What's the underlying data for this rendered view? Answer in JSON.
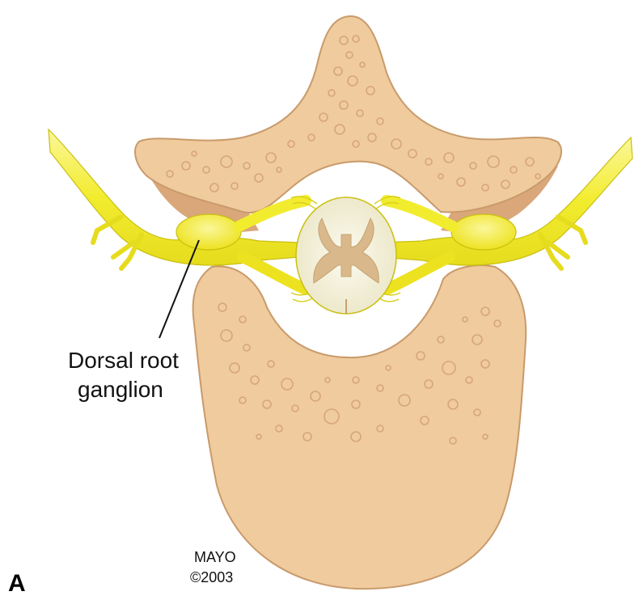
{
  "figure": {
    "panel_letter": "A",
    "label_line1": "Dorsal root",
    "label_line2": "ganglion",
    "credit_line1": "MAYO",
    "credit_line2": "©2003"
  },
  "colors": {
    "bone": "#EFCB9E",
    "bone_outline": "#C99A6B",
    "bone_shadow": "#D9A77A",
    "bone_pore": "#D7A579",
    "nerve": "#F2EC2E",
    "nerve_light": "#FBF79A",
    "nerve_outline": "#C9BF10",
    "cord": "#F4F1DE",
    "gray_matter": "#D9B98C",
    "leader": "#111111"
  }
}
